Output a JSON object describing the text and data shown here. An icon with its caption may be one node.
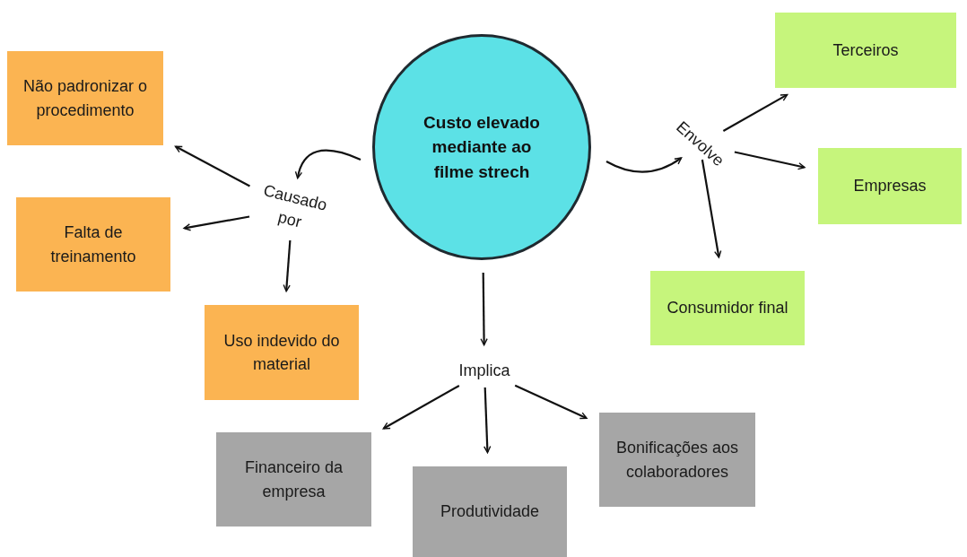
{
  "diagram": {
    "nodes": [
      {
        "text": [
          "Custo elevado mediante ao filme strech"
        ]
      },
      {
        "text": [
          "Causado por"
        ]
      },
      {
        "text": [
          "Não padronizar o procedimento"
        ]
      },
      {
        "text": [
          "Falta de treinamento"
        ]
      },
      {
        "text": [
          "Uso indevido do material"
        ]
      },
      {
        "text": [
          "Envolve"
        ]
      },
      {
        "text": [
          "Terceiros"
        ]
      },
      {
        "text": [
          "Empresas"
        ]
      },
      {
        "text": [
          "Consumidor final"
        ]
      },
      {
        "text": [
          "Implica"
        ]
      },
      {
        "text": [
          "Financeiro da empresa"
        ]
      },
      {
        "text": [
          "Produtividade"
        ]
      },
      {
        "text": [
          "Bonificações aos colaboradores"
        ]
      }
    ],
    "edges": [
      {
        "from": 0,
        "to": 1,
        "arrow": "to"
      },
      {
        "from": 1,
        "to": 2,
        "arrow": "to"
      },
      {
        "from": 1,
        "to": 3,
        "arrow": "to"
      },
      {
        "from": 1,
        "to": 4,
        "arrow": "to"
      },
      {
        "from": 0,
        "to": 5,
        "arrow": "to"
      },
      {
        "from": 5,
        "to": 6,
        "arrow": "to"
      },
      {
        "from": 5,
        "to": 7,
        "arrow": "to"
      },
      {
        "from": 5,
        "to": 8,
        "arrow": "to"
      },
      {
        "from": 0,
        "to": 9,
        "arrow": "to"
      },
      {
        "from": 9,
        "to": 10,
        "arrow": "to"
      },
      {
        "from": 9,
        "to": 11,
        "arrow": "to"
      },
      {
        "from": 9,
        "to": 12,
        "arrow": "to"
      }
    ]
  }
}
